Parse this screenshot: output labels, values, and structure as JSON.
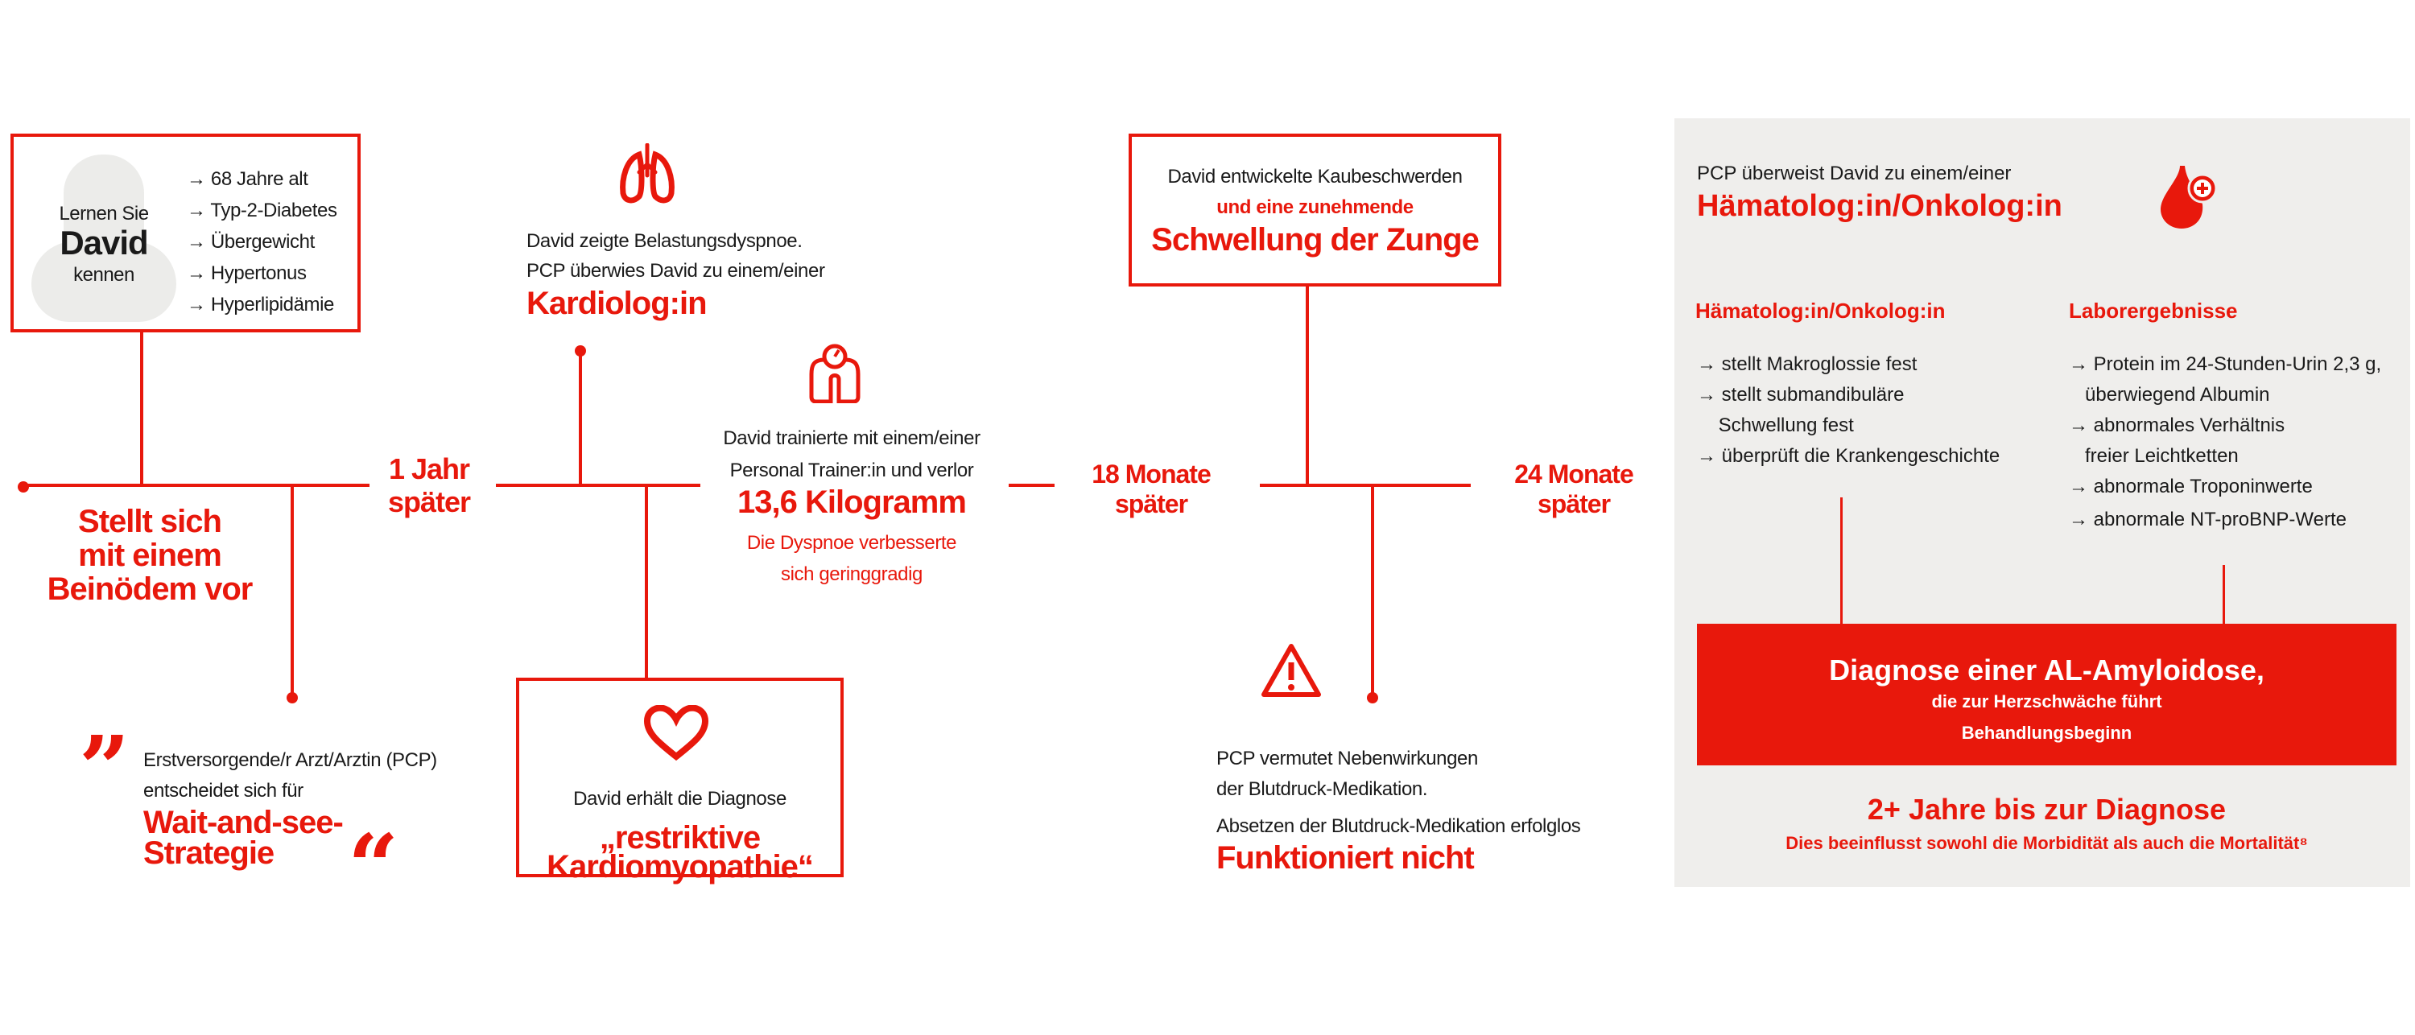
{
  "colors": {
    "accent": "#e8180c",
    "panel": "#efeeec",
    "silhouette": "#ececea"
  },
  "intro": {
    "pre": "Lernen Sie",
    "name": "David",
    "post": "kennen",
    "facts": [
      "→ 68 Jahre alt",
      "→ Typ-2-Diabetes",
      "→ Übergewicht",
      "→ Hypertonus",
      "→ Hyperlipidämie"
    ]
  },
  "start": {
    "lines": [
      "Stellt sich",
      "mit einem",
      "Beinödem vor"
    ]
  },
  "pcp_quote": {
    "lines": [
      "Erstversorgende/r Arzt/Arztin (PCP)",
      "entscheidet sich für"
    ],
    "highlight": [
      "Wait-and-see-",
      "Strategie"
    ],
    "open_quote": "”",
    "close_quote": "“"
  },
  "time_labels": [
    {
      "lines": [
        "1 Jahr",
        "später"
      ]
    },
    {
      "lines": [
        "18 Monate",
        "später"
      ]
    },
    {
      "lines": [
        "24 Monate",
        "später"
      ]
    }
  ],
  "cardiology": {
    "icon": "lungs-icon",
    "lines": [
      "David zeigte Belastungsdyspnoe.",
      "PCP überwies David zu einem/einer"
    ],
    "highlight": "Kardiolog:in"
  },
  "trainer": {
    "icon": "scale-icon",
    "lines": [
      "David trainierte mit einem/einer",
      "Personal Trainer:in und verlor"
    ],
    "highlight": "13,6 Kilogramm",
    "note": [
      "Die Dyspnoe verbesserte",
      "sich geringgradig"
    ]
  },
  "diagnosis_rcm": {
    "icon": "heart-icon",
    "line": "David erhält die Diagnose",
    "highlight": [
      "„restriktive",
      "Kardiomyopathie“"
    ]
  },
  "tongue": {
    "line": "David entwickelte Kaubeschwerden",
    "sub": "und eine zunehmende",
    "highlight": "Schwellung der Zunge"
  },
  "medication": {
    "icon": "warning-icon",
    "lines": [
      "PCP vermutet Nebenwirkungen",
      "der Blutdruck-Medikation.",
      "Absetzen der Blutdruck-Medikation erfolglos"
    ],
    "highlight": "Funktioniert nicht"
  },
  "panel": {
    "intro": "PCP überweist David zu einem/einer",
    "title": "Hämatolog:in/Onkolog:in",
    "icon": "blood-drop-plus-icon",
    "col1": {
      "heading": "Hämatolog:in/Onkolog:in",
      "items": [
        "→ stellt Makroglossie fest",
        "→ stellt submandibuläre",
        "    Schwellung fest",
        "→ überprüft die Krankengeschichte"
      ]
    },
    "col2": {
      "heading": "Laborergebnisse",
      "items": [
        "→ Protein im 24-Stunden-Urin 2,3 g,",
        "   überwiegend Albumin",
        "→ abnormales Verhältnis",
        "   freier Leichtketten",
        "→ abnormale Troponinwerte",
        "→ abnormale NT-proBNP-Werte"
      ]
    },
    "result": {
      "title": "Diagnose einer AL-Amyloidose,",
      "sub": "die zur Herzschwäche führt",
      "sub2": "Behandlungsbeginn"
    },
    "duration": "2+ Jahre bis zur Diagnose",
    "impact": "Dies beeinflusst sowohl die Morbidität als auch die Mortalität⁸"
  }
}
